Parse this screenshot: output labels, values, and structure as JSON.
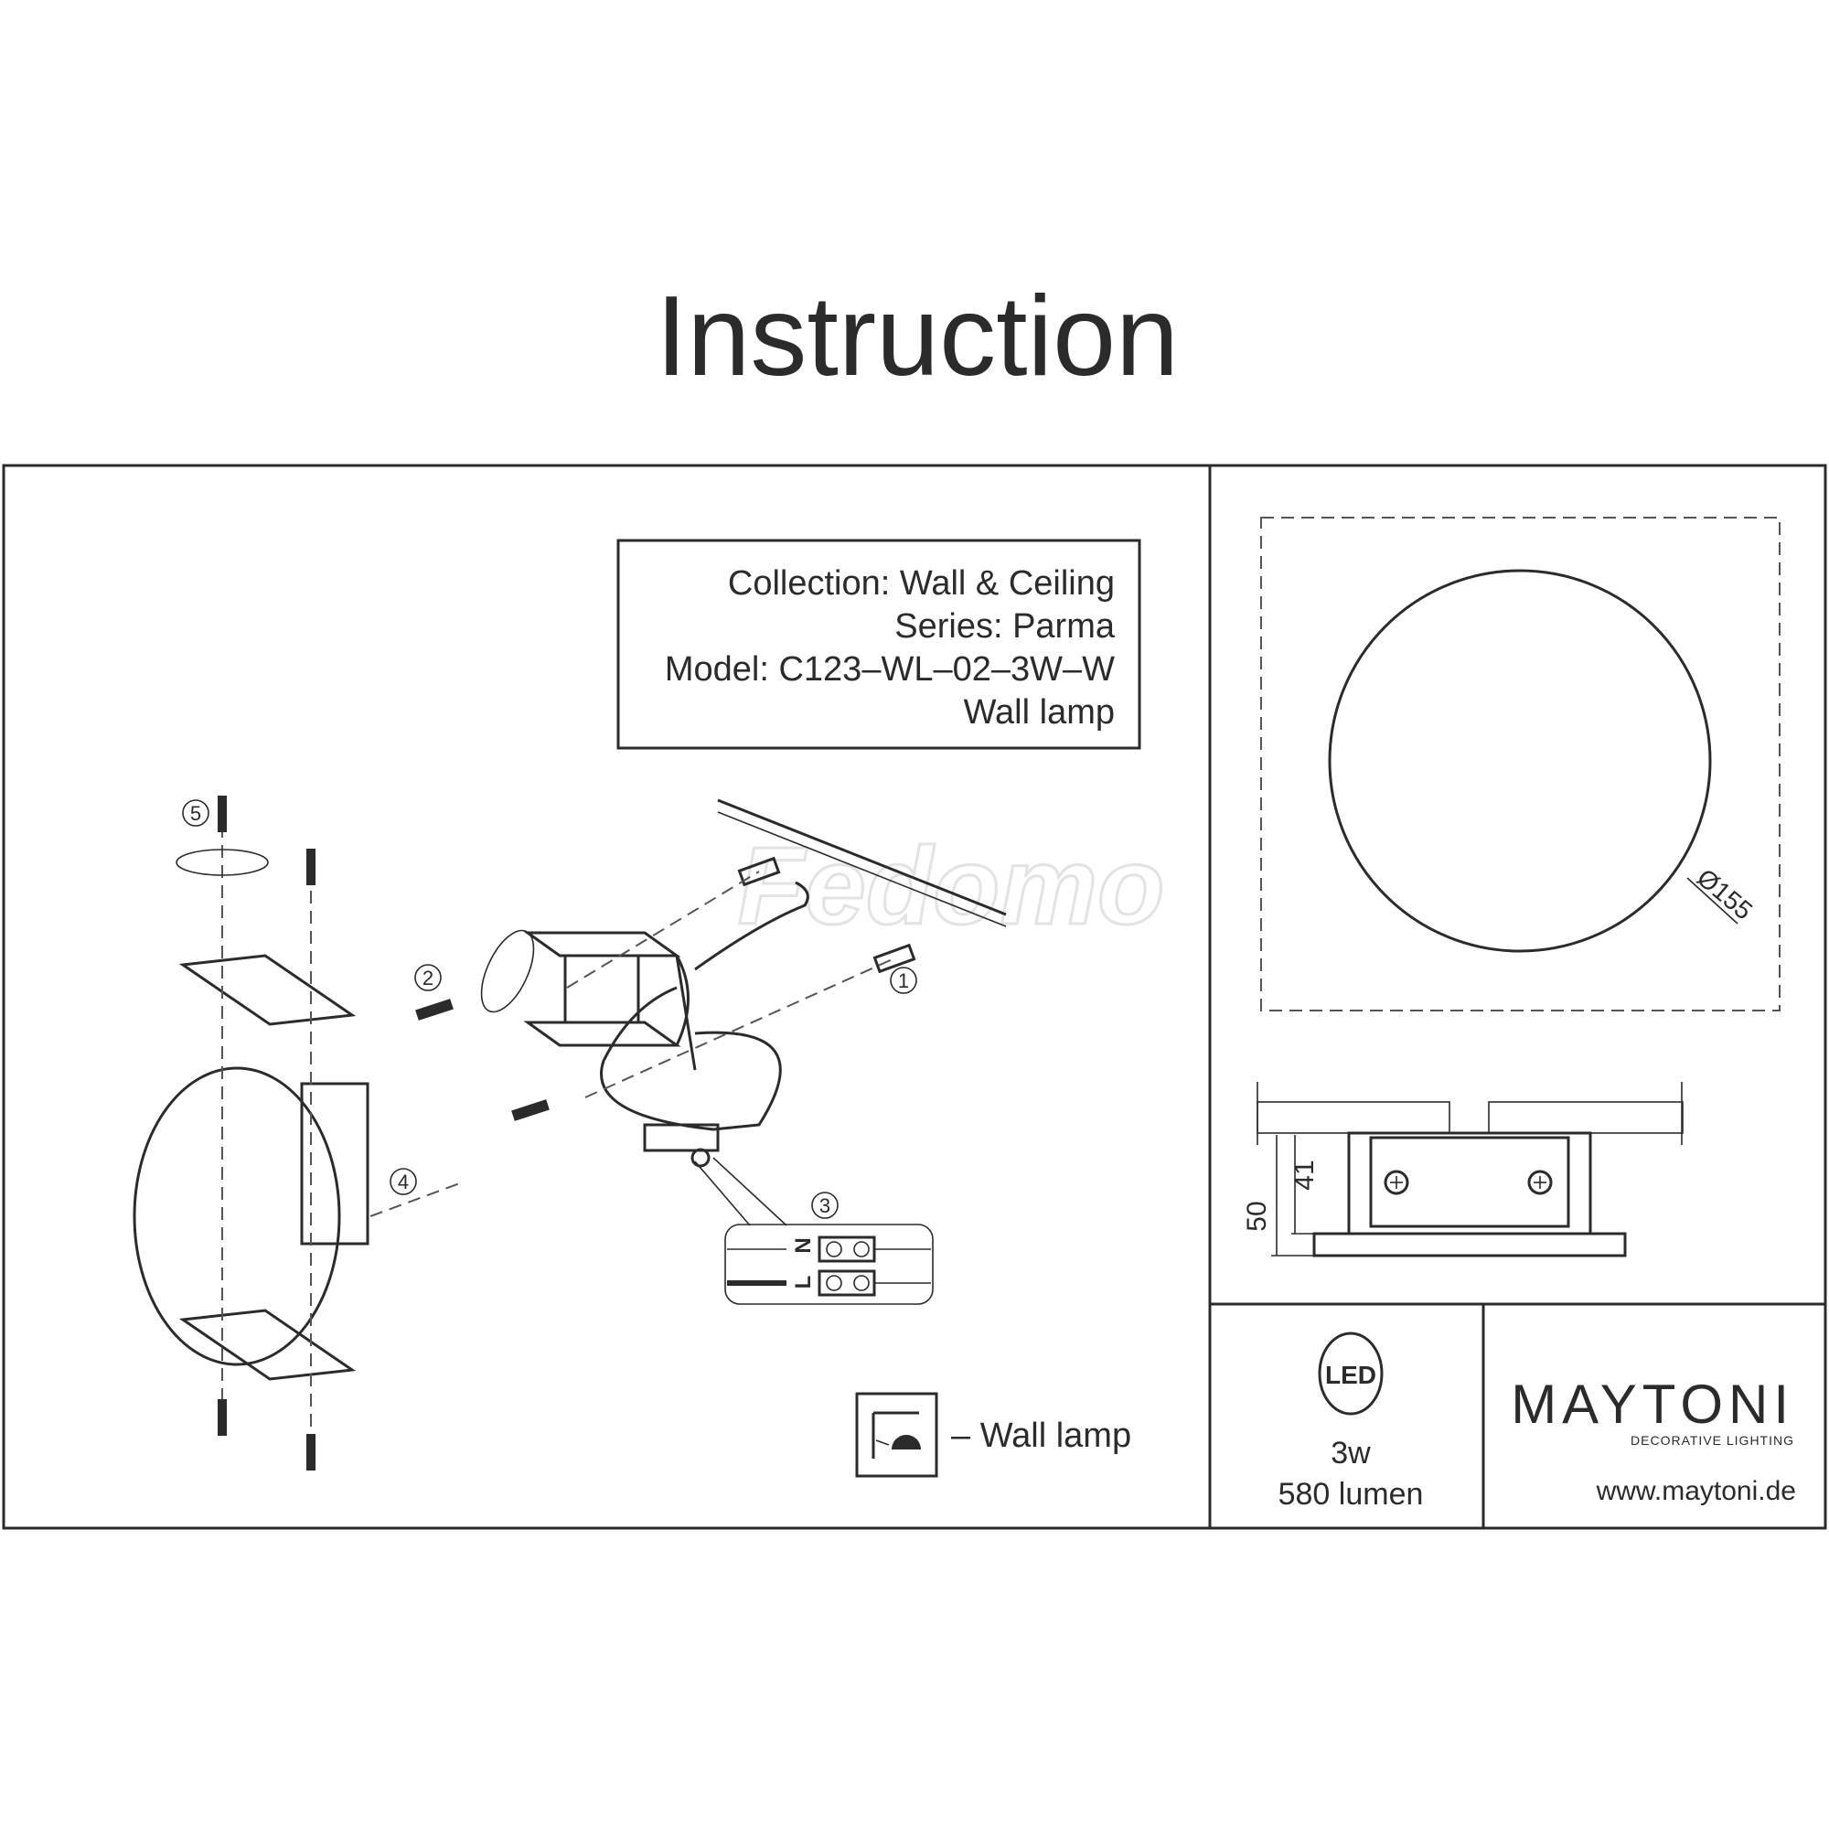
{
  "title": "Instruction",
  "info_box": {
    "collection": "Collection: Wall & Ceiling",
    "series": "Series: Parma",
    "model": "Model: C123–WL–02–3W–W",
    "type": "Wall lamp"
  },
  "assembly_steps": [
    "1",
    "2",
    "3",
    "4",
    "5"
  ],
  "wiring": {
    "neutral": "N",
    "live": "L"
  },
  "legend": {
    "icon": "wall-lamp-icon",
    "label": "– Wall lamp"
  },
  "dimensions": {
    "diameter": "Ø155",
    "total_depth": "50",
    "body_depth": "41"
  },
  "specs": {
    "badge": "LED",
    "power": "3w",
    "luminous_flux": "580 lumen"
  },
  "brand": {
    "name": "MAYTONI",
    "tagline": "DECORATIVE LIGHTING",
    "website": "www.maytoni.de"
  },
  "watermark": "Fedomo",
  "colors": {
    "ink": "#2b2b2b",
    "background": "#ffffff"
  }
}
